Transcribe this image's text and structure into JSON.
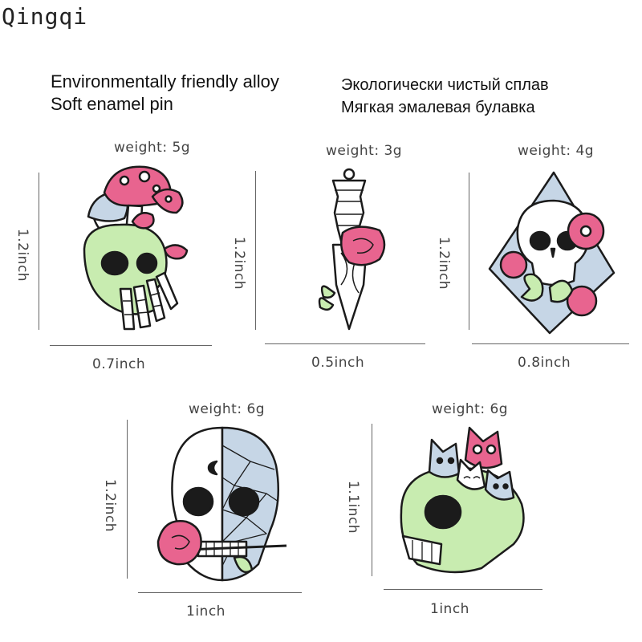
{
  "brand": "Qingqi",
  "headline": {
    "en_line1": "Environmentally friendly alloy",
    "en_line2": "Soft enamel pin",
    "ru_line1": "Экологически чистый сплав",
    "ru_line2": "Мягкая эмалевая булавка"
  },
  "colors": {
    "enamel_pink": "#e8648f",
    "enamel_green": "#c8ecb0",
    "enamel_blue": "#c6d6e6",
    "outline": "#1b1b1b"
  },
  "pins": [
    {
      "name": "mushroom-skull",
      "weight": "weight: 5g",
      "height": "1.2inch",
      "width": "0.7inch"
    },
    {
      "name": "skeleton-dagger",
      "weight": "weight: 3g",
      "height": "1.2inch",
      "width": "0.5inch"
    },
    {
      "name": "diamond-skull",
      "weight": "weight: 4g",
      "height": "1.2inch",
      "width": "0.8inch"
    },
    {
      "name": "crystal-skull-rose",
      "weight": "weight: 6g",
      "height": "1.2inch",
      "width": "1inch"
    },
    {
      "name": "cat-skull",
      "weight": "weight: 6g",
      "height": "1.1inch",
      "width": "1inch"
    }
  ]
}
